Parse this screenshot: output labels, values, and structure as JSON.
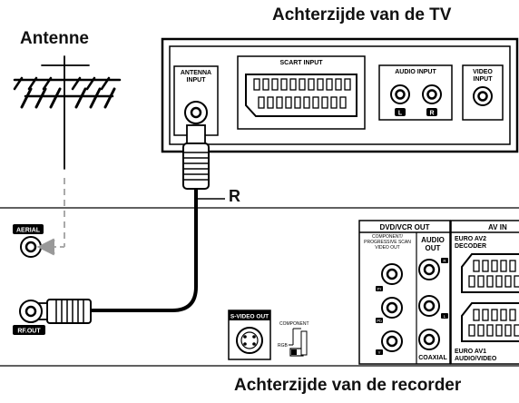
{
  "titles": {
    "tv_back": "Achterzijde van de TV",
    "antenna": "Antenne",
    "recorder_back": "Achterzijde van de recorder",
    "cable_label": "R"
  },
  "tv_panel": {
    "antenna_input": [
      "ANTENNA",
      "INPUT"
    ],
    "scart_input": "SCART INPUT",
    "audio_input": "AUDIO INPUT",
    "audio_left": "L",
    "audio_right": "R",
    "video_input": [
      "VIDEO",
      "INPUT"
    ]
  },
  "recorder_panel": {
    "aerial": "AERIAL",
    "rf_out": "RF.OUT",
    "svideo_out": "S-VIDEO OUT",
    "component": "COMPONENT",
    "rgb": "RGB",
    "dvd_vcr_out": "DVD/VCR OUT",
    "component_col": [
      "COMPONENT/",
      "PROGRESSIVE SCAN",
      "VIDEO OUT"
    ],
    "audio_out": [
      "AUDIO",
      "OUT"
    ],
    "coaxial": "COAXIAL",
    "av_in": "AV IN",
    "euro_av2": [
      "EURO AV2",
      "DECODER"
    ],
    "euro_av1": [
      "EURO AV1",
      "AUDIO/VIDEO"
    ],
    "comp_jacks": [
      "Pr",
      "Pb",
      "Y"
    ],
    "audio_jacks": [
      "R",
      "L"
    ]
  }
}
